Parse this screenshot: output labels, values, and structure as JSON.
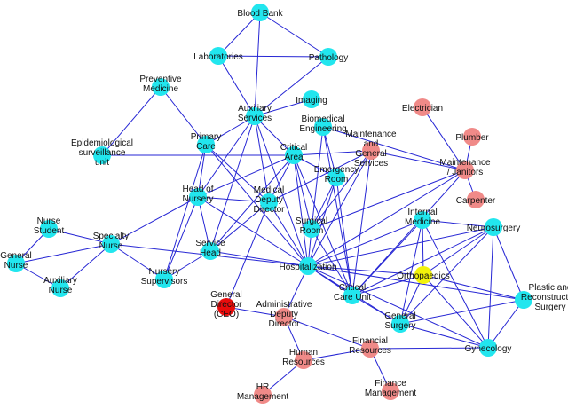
{
  "colors": {
    "edge": "#2626d4",
    "cyan": "#22e6ee",
    "salmon": "#f08a88",
    "yellow": "#f2f20a",
    "red": "#e80c0c"
  },
  "nodes": [
    {
      "id": "blood_bank",
      "label": [
        "Blood Bank"
      ],
      "color": "cyan"
    },
    {
      "id": "laboratories",
      "label": [
        "Laboratories"
      ],
      "color": "cyan"
    },
    {
      "id": "pathology",
      "label": [
        "Pathology"
      ],
      "color": "cyan"
    },
    {
      "id": "preventive",
      "label": [
        "Preventive",
        "Medicine"
      ],
      "color": "cyan"
    },
    {
      "id": "imaging",
      "label": [
        "Imaging"
      ],
      "color": "cyan"
    },
    {
      "id": "auxiliary_services",
      "label": [
        "Auxiliary",
        "Services"
      ],
      "color": "cyan"
    },
    {
      "id": "biomedical",
      "label": [
        "Biomedical",
        "Engineering"
      ],
      "color": "cyan"
    },
    {
      "id": "epidemiological",
      "label": [
        "Epidemiological",
        "surveillance",
        "unit"
      ],
      "color": "cyan"
    },
    {
      "id": "primary_care",
      "label": [
        "Primary",
        "Care"
      ],
      "color": "cyan"
    },
    {
      "id": "critical_area",
      "label": [
        "Critical",
        "Area"
      ],
      "color": "cyan"
    },
    {
      "id": "emergency_room",
      "label": [
        "Emergency",
        "Room"
      ],
      "color": "cyan"
    },
    {
      "id": "head_nursery",
      "label": [
        "Head of",
        "Nursery"
      ],
      "color": "cyan"
    },
    {
      "id": "medical_deputy",
      "label": [
        "Medical",
        "Deputy",
        "Director"
      ],
      "color": "cyan"
    },
    {
      "id": "surgical_room",
      "label": [
        "Surgical",
        "Room"
      ],
      "color": "cyan"
    },
    {
      "id": "nurse_student",
      "label": [
        "Nurse",
        "Student"
      ],
      "color": "cyan"
    },
    {
      "id": "specialty_nurse",
      "label": [
        "Specialty",
        "Nurse"
      ],
      "color": "cyan"
    },
    {
      "id": "general_nurse",
      "label": [
        "General",
        "Nurse"
      ],
      "color": "cyan"
    },
    {
      "id": "auxiliary_nurse",
      "label": [
        "Auxiliary",
        "Nurse"
      ],
      "color": "cyan"
    },
    {
      "id": "service_head",
      "label": [
        "Service",
        "Head"
      ],
      "color": "cyan"
    },
    {
      "id": "nursery_supervisors",
      "label": [
        "Nursery",
        "Supervisors"
      ],
      "color": "cyan"
    },
    {
      "id": "hospitalization",
      "label": [
        "Hospitalization"
      ],
      "color": "cyan"
    },
    {
      "id": "critical_care",
      "label": [
        "Critical",
        "Care Unit"
      ],
      "color": "cyan"
    },
    {
      "id": "internal_medicine",
      "label": [
        "Internal",
        "Medicine"
      ],
      "color": "cyan"
    },
    {
      "id": "neurosurgery",
      "label": [
        "Neurosurgery"
      ],
      "color": "cyan"
    },
    {
      "id": "plastic_surgery",
      "label": [
        "Plastic and",
        "Reconstructive",
        "Surgery"
      ],
      "color": "cyan"
    },
    {
      "id": "general_surgery",
      "label": [
        "General",
        "Surgery"
      ],
      "color": "cyan"
    },
    {
      "id": "gynecology",
      "label": [
        "Gynecology"
      ],
      "color": "cyan"
    },
    {
      "id": "orthopaedics",
      "label": [
        "Orthopaedics"
      ],
      "color": "yellow"
    },
    {
      "id": "general_director",
      "label": [
        "General",
        "Director",
        "(CEO)"
      ],
      "color": "red"
    },
    {
      "id": "admin_deputy",
      "label": [
        "Administrative",
        "Deputy",
        "Director"
      ],
      "color": "salmon"
    },
    {
      "id": "electrician",
      "label": [
        "Electrician"
      ],
      "color": "salmon"
    },
    {
      "id": "plumber",
      "label": [
        "Plumber"
      ],
      "color": "salmon"
    },
    {
      "id": "maint_janitors",
      "label": [
        "Maintenance",
        "/ Janitors"
      ],
      "color": "salmon"
    },
    {
      "id": "carpenter",
      "label": [
        "Carpenter"
      ],
      "color": "salmon"
    },
    {
      "id": "maint_general",
      "label": [
        "Maintenance",
        "and",
        "General",
        "Services"
      ],
      "color": "salmon"
    },
    {
      "id": "human_resources",
      "label": [
        "Human",
        "Resources"
      ],
      "color": "salmon"
    },
    {
      "id": "financial_resources",
      "label": [
        "Financial",
        "Resources"
      ],
      "color": "salmon"
    },
    {
      "id": "hr_management",
      "label": [
        "HR",
        "Management"
      ],
      "color": "salmon"
    },
    {
      "id": "finance_management",
      "label": [
        "Finance",
        "Management"
      ],
      "color": "salmon"
    }
  ],
  "edges": [
    [
      "blood_bank",
      "laboratories"
    ],
    [
      "blood_bank",
      "pathology"
    ],
    [
      "blood_bank",
      "auxiliary_services"
    ],
    [
      "laboratories",
      "pathology"
    ],
    [
      "laboratories",
      "auxiliary_services"
    ],
    [
      "pathology",
      "auxiliary_services"
    ],
    [
      "imaging",
      "auxiliary_services"
    ],
    [
      "preventive",
      "primary_care"
    ],
    [
      "preventive",
      "epidemiological"
    ],
    [
      "epidemiological",
      "critical_area"
    ],
    [
      "auxiliary_services",
      "primary_care"
    ],
    [
      "auxiliary_services",
      "head_nursery"
    ],
    [
      "auxiliary_services",
      "critical_area"
    ],
    [
      "auxiliary_services",
      "medical_deputy"
    ],
    [
      "auxiliary_services",
      "hospitalization"
    ],
    [
      "auxiliary_services",
      "service_head"
    ],
    [
      "primary_care",
      "head_nursery"
    ],
    [
      "primary_care",
      "medical_deputy"
    ],
    [
      "primary_care",
      "hospitalization"
    ],
    [
      "primary_care",
      "nursery_supervisors"
    ],
    [
      "critical_area",
      "head_nursery"
    ],
    [
      "critical_area",
      "medical_deputy"
    ],
    [
      "critical_area",
      "emergency_room"
    ],
    [
      "critical_area",
      "surgical_room"
    ],
    [
      "critical_area",
      "hospitalization"
    ],
    [
      "critical_area",
      "critical_care"
    ],
    [
      "critical_area",
      "service_head"
    ],
    [
      "critical_area",
      "maint_general"
    ],
    [
      "biomedical",
      "maint_janitors"
    ],
    [
      "biomedical",
      "surgical_room"
    ],
    [
      "biomedical",
      "critical_care"
    ],
    [
      "biomedical",
      "emergency_room"
    ],
    [
      "maint_general",
      "maint_janitors"
    ],
    [
      "maint_general",
      "hospitalization"
    ],
    [
      "maint_general",
      "surgical_room"
    ],
    [
      "maint_general",
      "critical_care"
    ],
    [
      "maint_general",
      "medical_deputy"
    ],
    [
      "electrician",
      "maint_janitors"
    ],
    [
      "plumber",
      "maint_janitors"
    ],
    [
      "carpenter",
      "maint_janitors"
    ],
    [
      "maint_janitors",
      "hospitalization"
    ],
    [
      "maint_janitors",
      "critical_care"
    ],
    [
      "maint_janitors",
      "surgical_room"
    ],
    [
      "emergency_room",
      "surgical_room"
    ],
    [
      "emergency_room",
      "hospitalization"
    ],
    [
      "emergency_room",
      "critical_care"
    ],
    [
      "head_nursery",
      "specialty_nurse"
    ],
    [
      "head_nursery",
      "service_head"
    ],
    [
      "head_nursery",
      "nursery_supervisors"
    ],
    [
      "head_nursery",
      "hospitalization"
    ],
    [
      "head_nursery",
      "medical_deputy"
    ],
    [
      "specialty_nurse",
      "nurse_student"
    ],
    [
      "specialty_nurse",
      "general_nurse"
    ],
    [
      "specialty_nurse",
      "auxiliary_nurse"
    ],
    [
      "specialty_nurse",
      "hospitalization"
    ],
    [
      "specialty_nurse",
      "nursery_supervisors"
    ],
    [
      "general_nurse",
      "nurse_student"
    ],
    [
      "general_nurse",
      "auxiliary_nurse"
    ],
    [
      "service_head",
      "hospitalization"
    ],
    [
      "service_head",
      "nursery_supervisors"
    ],
    [
      "service_head",
      "medical_deputy"
    ],
    [
      "medical_deputy",
      "hospitalization"
    ],
    [
      "medical_deputy",
      "general_director"
    ],
    [
      "surgical_room",
      "hospitalization"
    ],
    [
      "surgical_room",
      "critical_care"
    ],
    [
      "hospitalization",
      "critical_care"
    ],
    [
      "hospitalization",
      "internal_medicine"
    ],
    [
      "hospitalization",
      "neurosurgery"
    ],
    [
      "hospitalization",
      "orthopaedics"
    ],
    [
      "hospitalization",
      "plastic_surgery"
    ],
    [
      "hospitalization",
      "general_surgery"
    ],
    [
      "hospitalization",
      "gynecology"
    ],
    [
      "hospitalization",
      "admin_deputy"
    ],
    [
      "critical_care",
      "internal_medicine"
    ],
    [
      "critical_care",
      "neurosurgery"
    ],
    [
      "critical_care",
      "general_surgery"
    ],
    [
      "critical_care",
      "orthopaedics"
    ],
    [
      "internal_medicine",
      "neurosurgery"
    ],
    [
      "internal_medicine",
      "orthopaedics"
    ],
    [
      "internal_medicine",
      "general_surgery"
    ],
    [
      "internal_medicine",
      "gynecology"
    ],
    [
      "neurosurgery",
      "orthopaedics"
    ],
    [
      "neurosurgery",
      "plastic_surgery"
    ],
    [
      "neurosurgery",
      "gynecology"
    ],
    [
      "neurosurgery",
      "general_surgery"
    ],
    [
      "orthopaedics",
      "plastic_surgery"
    ],
    [
      "orthopaedics",
      "general_surgery"
    ],
    [
      "orthopaedics",
      "gynecology"
    ],
    [
      "plastic_surgery",
      "general_surgery"
    ],
    [
      "plastic_surgery",
      "gynecology"
    ],
    [
      "general_surgery",
      "gynecology"
    ],
    [
      "general_director",
      "admin_deputy"
    ],
    [
      "admin_deputy",
      "human_resources"
    ],
    [
      "admin_deputy",
      "financial_resources"
    ],
    [
      "human_resources",
      "financial_resources"
    ],
    [
      "human_resources",
      "hr_management"
    ],
    [
      "financial_resources",
      "finance_management"
    ],
    [
      "financial_resources",
      "gynecology"
    ]
  ]
}
